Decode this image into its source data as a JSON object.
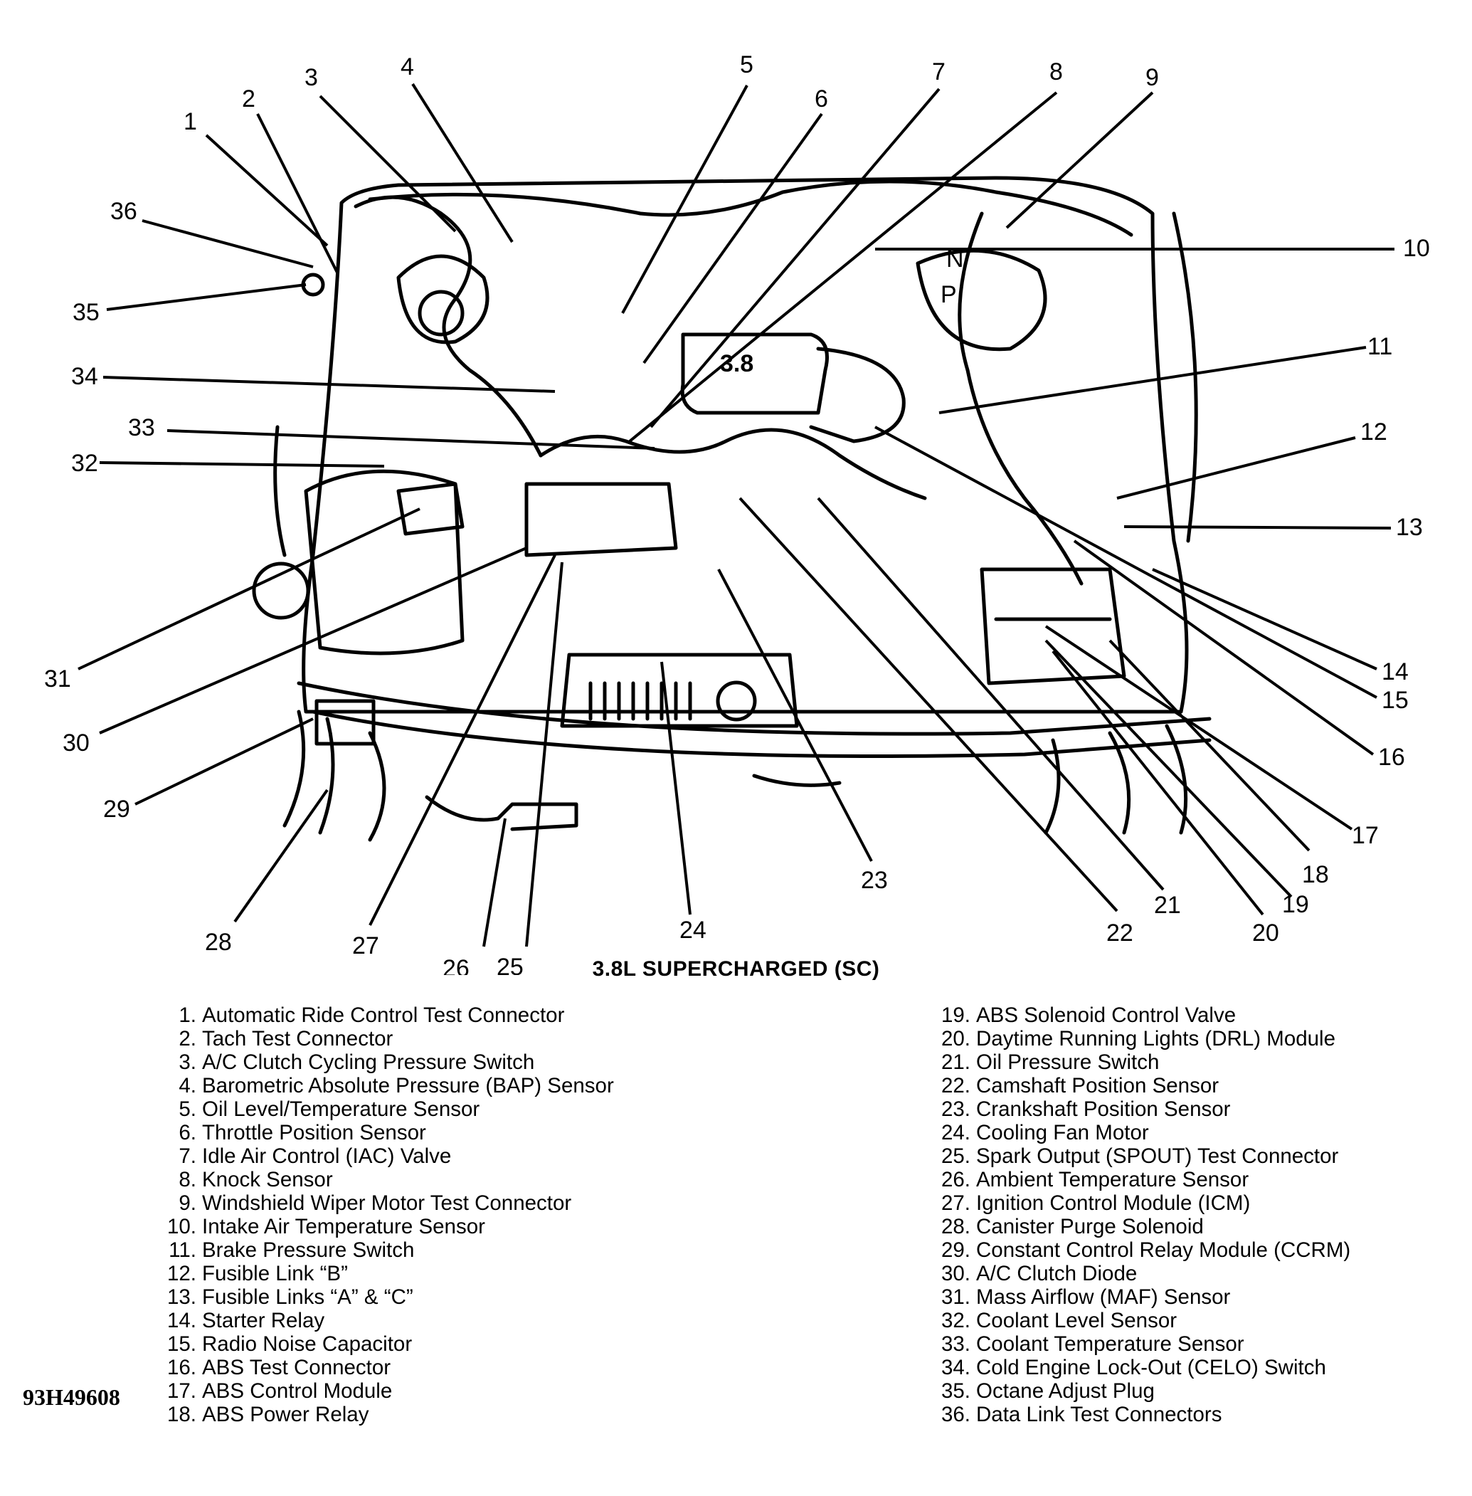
{
  "diagram_title": "3.8L SUPERCHARGED (SC)",
  "figure_code": "93H49608",
  "callout_numbers": [
    "1",
    "2",
    "3",
    "4",
    "5",
    "6",
    "7",
    "8",
    "9",
    "10",
    "11",
    "12",
    "13",
    "14",
    "15",
    "16",
    "17",
    "18",
    "19",
    "20",
    "21",
    "22",
    "23",
    "24",
    "25",
    "26",
    "27",
    "28",
    "29",
    "30",
    "31",
    "32",
    "33",
    "34",
    "35",
    "36"
  ],
  "legend_left": [
    {
      "num": "1.",
      "label": "Automatic Ride Control Test Connector"
    },
    {
      "num": "2.",
      "label": "Tach Test Connector"
    },
    {
      "num": "3.",
      "label": "A/C Clutch Cycling Pressure Switch"
    },
    {
      "num": "4.",
      "label": "Barometric Absolute Pressure (BAP) Sensor"
    },
    {
      "num": "5.",
      "label": "Oil Level/Temperature Sensor"
    },
    {
      "num": "6.",
      "label": "Throttle Position Sensor"
    },
    {
      "num": "7.",
      "label": "Idle Air Control (IAC) Valve"
    },
    {
      "num": "8.",
      "label": "Knock Sensor"
    },
    {
      "num": "9.",
      "label": "Windshield Wiper Motor Test Connector"
    },
    {
      "num": "10.",
      "label": "Intake Air Temperature Sensor"
    },
    {
      "num": "11.",
      "label": "Brake Pressure Switch"
    },
    {
      "num": "12.",
      "label": "Fusible Link “B”"
    },
    {
      "num": "13.",
      "label": "Fusible Links “A” & “C”"
    },
    {
      "num": "14.",
      "label": "Starter Relay"
    },
    {
      "num": "15.",
      "label": "Radio Noise Capacitor"
    },
    {
      "num": "16.",
      "label": "ABS Test Connector"
    },
    {
      "num": "17.",
      "label": "ABS Control Module"
    },
    {
      "num": "18.",
      "label": "ABS Power Relay"
    }
  ],
  "legend_right": [
    {
      "num": "19.",
      "label": "ABS Solenoid Control Valve"
    },
    {
      "num": "20.",
      "label": "Daytime Running Lights (DRL) Module"
    },
    {
      "num": "21.",
      "label": "Oil Pressure Switch"
    },
    {
      "num": "22.",
      "label": "Camshaft Position Sensor"
    },
    {
      "num": "23.",
      "label": "Crankshaft Position Sensor"
    },
    {
      "num": "24.",
      "label": "Cooling Fan Motor"
    },
    {
      "num": "25.",
      "label": "Spark Output (SPOUT) Test Connector"
    },
    {
      "num": "26.",
      "label": "Ambient Temperature Sensor"
    },
    {
      "num": "27.",
      "label": "Ignition Control Module (ICM)"
    },
    {
      "num": "28.",
      "label": "Canister Purge Solenoid"
    },
    {
      "num": "29.",
      "label": "Constant Control Relay Module (CCRM)"
    },
    {
      "num": "30.",
      "label": "A/C Clutch Diode"
    },
    {
      "num": "31.",
      "label": "Mass Airflow (MAF) Sensor"
    },
    {
      "num": "32.",
      "label": "Coolant Level Sensor"
    },
    {
      "num": "33.",
      "label": "Coolant Temperature Sensor"
    },
    {
      "num": "34.",
      "label": "Cold Engine Lock-Out (CELO) Switch"
    },
    {
      "num": "35.",
      "label": "Octane Adjust Plug"
    },
    {
      "num": "36.",
      "label": "Data Link Test Connectors"
    }
  ],
  "engine_badge": "3.8",
  "engine_marks": [
    "N",
    "P"
  ]
}
